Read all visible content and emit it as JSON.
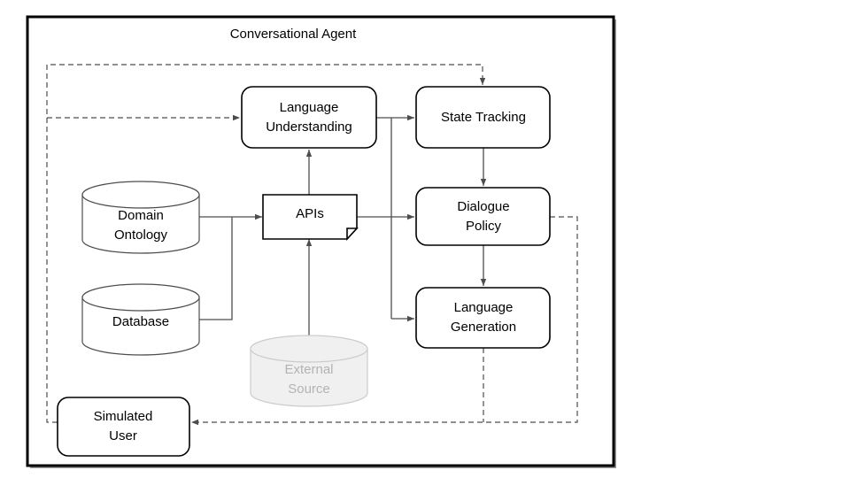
{
  "diagram": {
    "title": "Conversational Agent",
    "boundary_name": "conversational-agent-boundary",
    "colors": {
      "stroke": "#000000",
      "edge": "#4d4d4d",
      "muted_fill": "#f0f0f0",
      "muted_stroke": "#cccccc",
      "muted_text": "#b3b3b3",
      "background": "#ffffff"
    },
    "nodes": [
      {
        "id": "language_understanding",
        "label_line1": "Language",
        "label_line2": "Understanding",
        "shape": "rounded-rect",
        "inside_boundary": true
      },
      {
        "id": "state_tracking",
        "label_line1": "State Tracking",
        "label_line2": "",
        "shape": "rounded-rect",
        "inside_boundary": true
      },
      {
        "id": "dialogue_policy",
        "label_line1": "Dialogue",
        "label_line2": "Policy",
        "shape": "rounded-rect",
        "inside_boundary": true
      },
      {
        "id": "language_generation",
        "label_line1": "Language",
        "label_line2": "Generation",
        "shape": "rounded-rect",
        "inside_boundary": true
      },
      {
        "id": "apis",
        "label_line1": "APIs",
        "label_line2": "",
        "shape": "document",
        "inside_boundary": true
      },
      {
        "id": "domain_ontology",
        "label_line1": "Domain",
        "label_line2": "Ontology",
        "shape": "cylinder",
        "inside_boundary": true
      },
      {
        "id": "database",
        "label_line1": "Database",
        "label_line2": "",
        "shape": "cylinder",
        "inside_boundary": true
      },
      {
        "id": "external_source",
        "label_line1": "External",
        "label_line2": "Source",
        "shape": "cylinder",
        "muted": true,
        "inside_boundary": true
      },
      {
        "id": "simulated_user",
        "label_line1": "Simulated",
        "label_line2": "User",
        "shape": "rounded-rect",
        "inside_boundary": true
      }
    ],
    "edges": [
      {
        "id": "lu-to-st",
        "from": "language_understanding",
        "to": "state_tracking",
        "style": "solid",
        "arrow": true
      },
      {
        "id": "st-to-dp",
        "from": "state_tracking",
        "to": "dialogue_policy",
        "style": "solid",
        "arrow": true
      },
      {
        "id": "dp-to-lg",
        "from": "dialogue_policy",
        "to": "language_generation",
        "style": "solid",
        "arrow": true
      },
      {
        "id": "apis-to-lu",
        "from": "apis",
        "to": "language_understanding",
        "style": "solid",
        "arrow": true
      },
      {
        "id": "apis-to-dp",
        "from": "apis",
        "to": "dialogue_policy",
        "style": "solid",
        "arrow": true
      },
      {
        "id": "apis-to-lg",
        "from": "apis",
        "to": "language_generation",
        "style": "solid",
        "arrow": true
      },
      {
        "id": "ontology-to-apis",
        "from": "domain_ontology",
        "to": "apis",
        "style": "solid",
        "arrow": true
      },
      {
        "id": "database-to-apis",
        "from": "database",
        "to": "apis",
        "style": "solid",
        "arrow": true
      },
      {
        "id": "external-to-apis",
        "from": "external_source",
        "to": "apis",
        "style": "solid",
        "arrow": true
      },
      {
        "id": "user-to-lu",
        "from": "simulated_user",
        "to": "language_understanding",
        "style": "dashed",
        "arrow": true
      },
      {
        "id": "user-to-st",
        "from": "simulated_user",
        "to": "state_tracking",
        "style": "dashed",
        "arrow": true
      },
      {
        "id": "dp-to-user",
        "from": "dialogue_policy",
        "to": "simulated_user",
        "style": "dashed",
        "arrow": true
      },
      {
        "id": "lg-to-user",
        "from": "language_generation",
        "to": "simulated_user",
        "style": "dashed",
        "arrow": true
      }
    ]
  }
}
